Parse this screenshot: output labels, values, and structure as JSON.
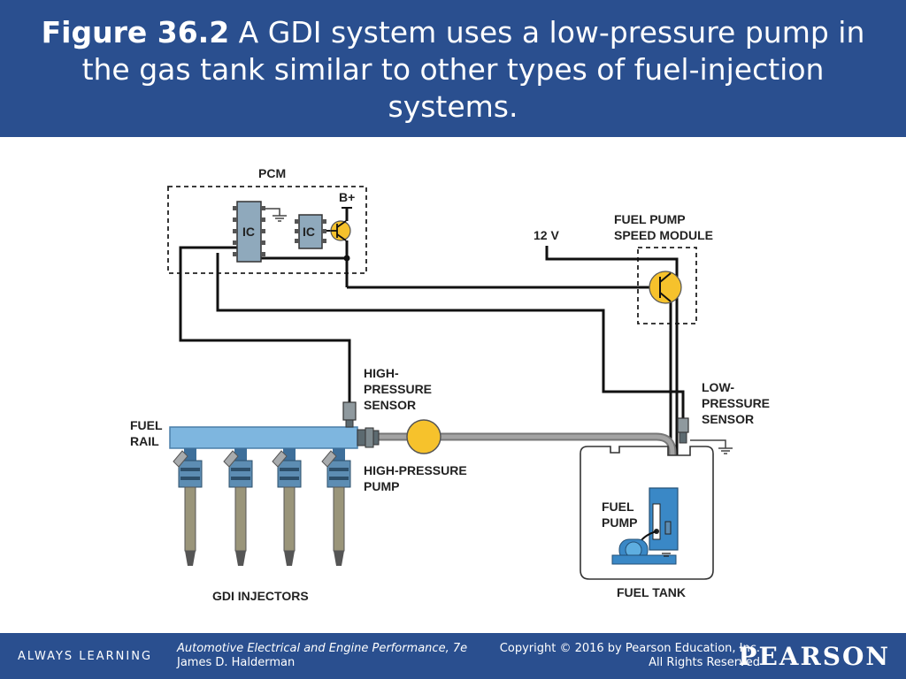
{
  "header": {
    "figure_label": "Figure 36.2",
    "caption": " A GDI system uses a low-pressure pump in the gas tank similar to other types of fuel-injection systems."
  },
  "diagram": {
    "pcm": "PCM",
    "b_plus": "B+",
    "ic1": "IC",
    "ic2": "IC",
    "volt": "12 V",
    "fpsm1": "FUEL PUMP",
    "fpsm2": "SPEED MODULE",
    "hps1": "HIGH-",
    "hps2": "PRESSURE",
    "hps3": "SENSOR",
    "lps1": "LOW-",
    "lps2": "PRESSURE",
    "lps3": "SENSOR",
    "rail1": "FUEL",
    "rail2": "RAIL",
    "hpp1": "HIGH-PRESSURE",
    "hpp2": "PUMP",
    "fp1": "FUEL",
    "fp2": "PUMP",
    "injectors": "GDI INJECTORS",
    "tank": "FUEL TANK"
  },
  "footer": {
    "tagline": "ALWAYS LEARNING",
    "book_title": "Automotive Electrical and Engine Performance, 7e",
    "author": "James D. Halderman",
    "copyright": "Copyright © 2016 by Pearson Education, Inc.",
    "rights": "All Rights Reserved",
    "brand": "PEARSON"
  },
  "colors": {
    "header_bg": "#2a4f8f",
    "rail": "#7eb6df",
    "pump_yellow": "#f6c22c",
    "injector_body": "#9a957a",
    "connector_blue": "#3e6f9a",
    "fuel_pump_blue": "#3a88c6"
  }
}
